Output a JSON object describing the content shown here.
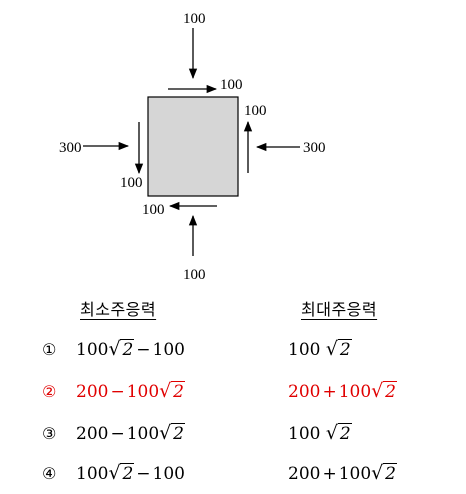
{
  "diagram": {
    "top_load": "100",
    "top_shear": "100",
    "right_shear": "100",
    "right_load": "300",
    "left_load": "300",
    "left_shear": "100",
    "bottom_shear": "100",
    "bottom_load": "100",
    "colors": {
      "element_fill": "#d6d6d6",
      "stroke": "#000000"
    }
  },
  "headers": {
    "min_stress": "최소주응력",
    "max_stress": "최대주응력"
  },
  "options": [
    {
      "number": "①",
      "min": {
        "a": "100",
        "root": "2",
        "op": "−",
        "b": "100"
      },
      "max": {
        "a": "100",
        "root": "2"
      },
      "highlight": false
    },
    {
      "number": "②",
      "min": {
        "a": "200",
        "op": "−",
        "b": "100",
        "root": "2"
      },
      "max": {
        "a": "200",
        "op": "+",
        "b": "100",
        "root": "2"
      },
      "highlight": true
    },
    {
      "number": "③",
      "min": {
        "a": "200",
        "op": "−",
        "b": "100",
        "root": "2"
      },
      "max": {
        "a": "100",
        "root": "2"
      },
      "highlight": false
    },
    {
      "number": "④",
      "min": {
        "a": "100",
        "root": "2",
        "op": "−",
        "b": "100"
      },
      "max": {
        "a": "200",
        "op": "+",
        "b": "100",
        "root": "2"
      },
      "highlight": false
    }
  ],
  "highlight_color": "#e00000"
}
